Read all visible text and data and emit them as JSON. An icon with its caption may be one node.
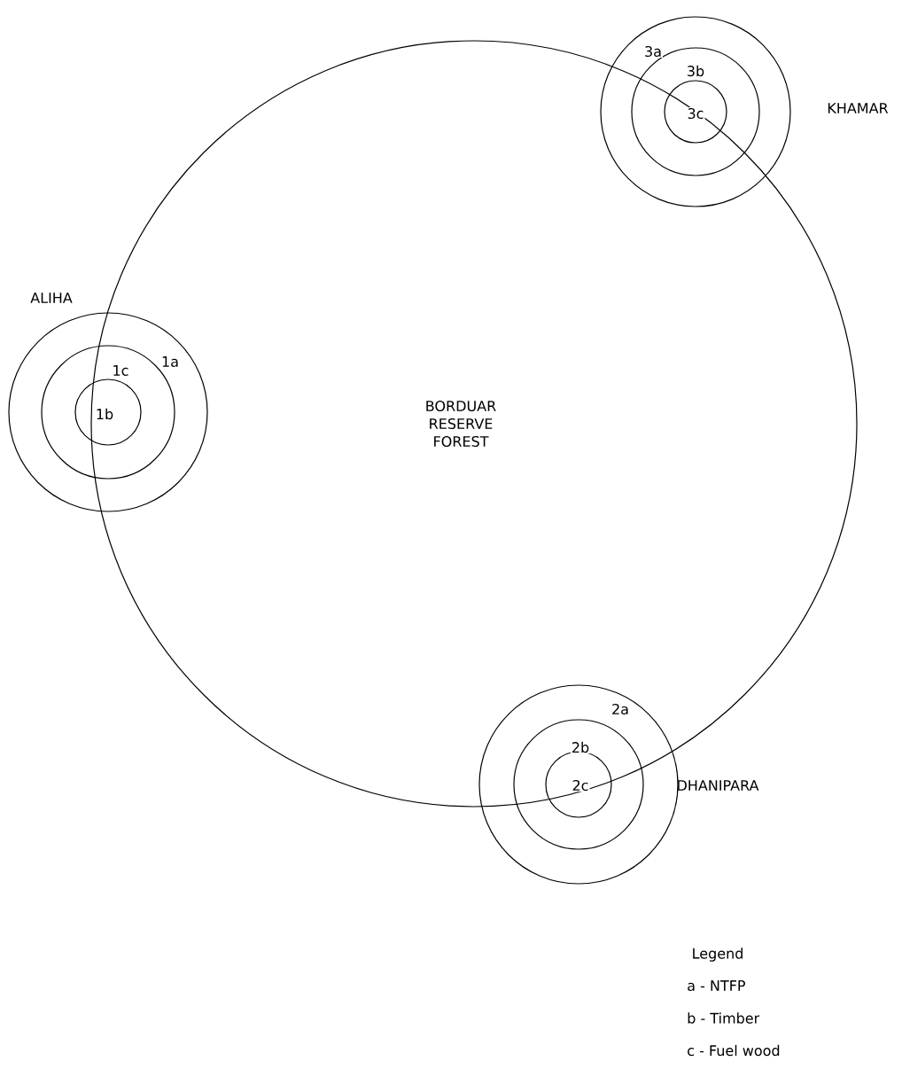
{
  "diagram": {
    "nodes": [
      {
        "text": [
          "BORDUAR RESERVE FOREST"
        ]
      },
      {
        "text": [
          "3a"
        ]
      },
      {
        "text": [
          "3b"
        ],
        "in": 1
      },
      {
        "text": [
          "3c"
        ],
        "in": 2
      },
      {
        "text": [
          "1a"
        ]
      },
      {
        "text": [
          "1c"
        ],
        "in": 4
      },
      {
        "text": [
          "1b"
        ],
        "in": 5
      },
      {
        "text": [
          "2a"
        ]
      },
      {
        "text": [
          "2b"
        ],
        "in": 7
      },
      {
        "text": [
          "2c"
        ],
        "in": 8
      }
    ],
    "labels": [
      "KHAMAR",
      "ALIHA",
      "DHANIPARA",
      "Legend"
    ],
    "legend": [
      {
        "text": "a - NTFP"
      },
      {
        "text": "b - Timber"
      },
      {
        "text": "c - Fuel wood"
      }
    ]
  }
}
